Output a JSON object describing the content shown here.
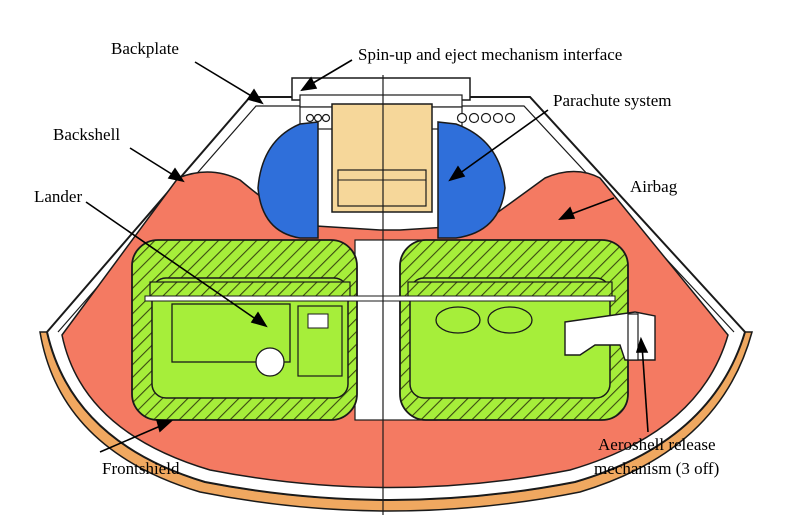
{
  "labels": {
    "backplate": "Backplate",
    "spin_up": "Spin-up and eject mechanism interface",
    "parachute": "Parachute system",
    "backshell": "Backshell",
    "airbag": "Airbag",
    "lander": "Lander",
    "frontshield": "Frontshield",
    "aeroshell_line1": "Aeroshell release",
    "aeroshell_line2": "mechanism (3 off)"
  },
  "colors": {
    "airbag": "#F47A62",
    "lander": "#A6EE3A",
    "parachute": "#2F6FDA",
    "backplate_core": "#F6D79A",
    "frontshield": "#F0A860",
    "outline": "#1a1a1a",
    "background": "#ffffff"
  }
}
